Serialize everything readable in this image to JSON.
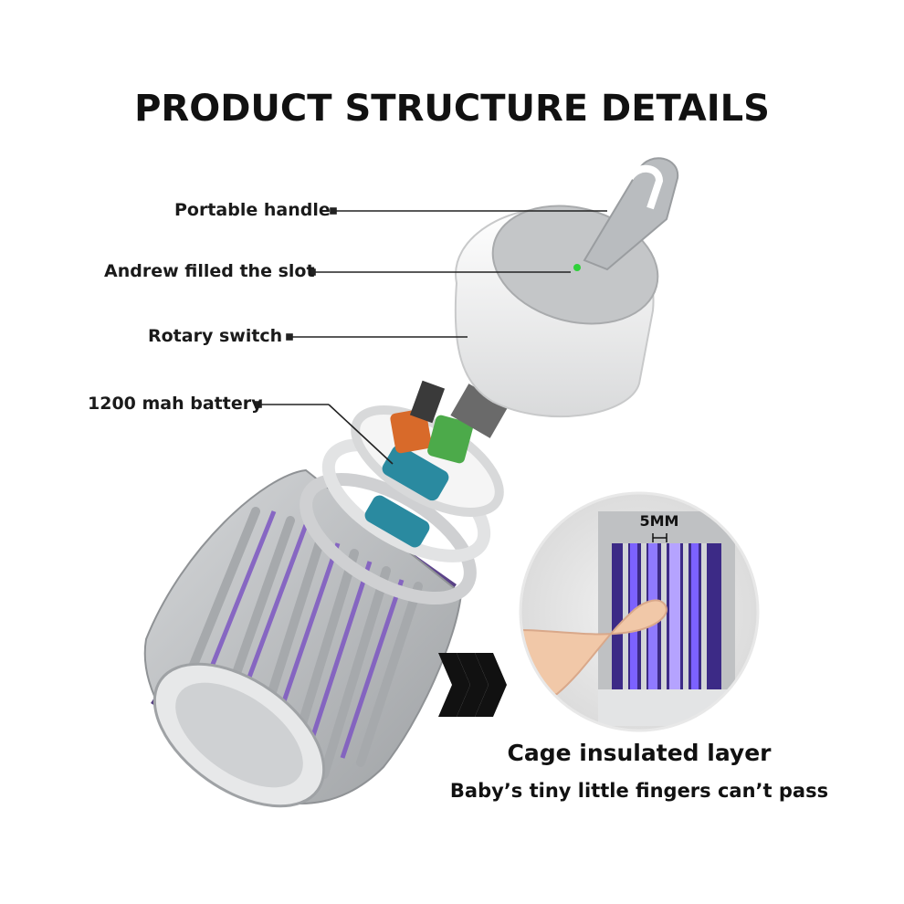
{
  "title": "PRODUCT STRUCTURE DETAILS",
  "callouts": {
    "handle": "Portable handle",
    "slot": "Andrew filled the slot",
    "switch": "Rotary switch",
    "battery": "1200 mah battery"
  },
  "inset": {
    "gap_label": "5MM"
  },
  "captions": {
    "primary": "Cage insulated layer",
    "secondary": "Baby’s tiny little fingers can’t pass"
  },
  "colors": {
    "body_gray": "#b9bcbf",
    "lid_white": "#f4f4f4",
    "uv_purple": "#7a4fc9",
    "battery_teal": "#2a8aa0",
    "orange_part": "#d86a2a",
    "green_part": "#4caa4a"
  }
}
